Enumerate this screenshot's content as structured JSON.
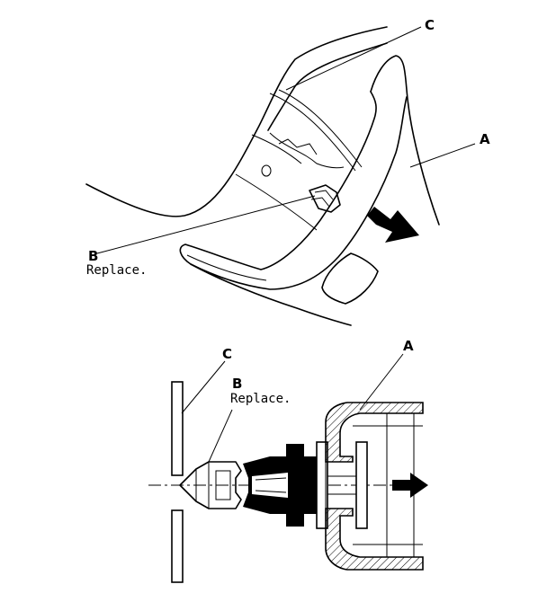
{
  "top_view": {
    "label_a": "A",
    "label_b": "B",
    "label_c": "C",
    "note_b": "Replace."
  },
  "section_view": {
    "label_a": "A",
    "label_b": "B",
    "label_c": "C",
    "note_b": "Replace."
  }
}
